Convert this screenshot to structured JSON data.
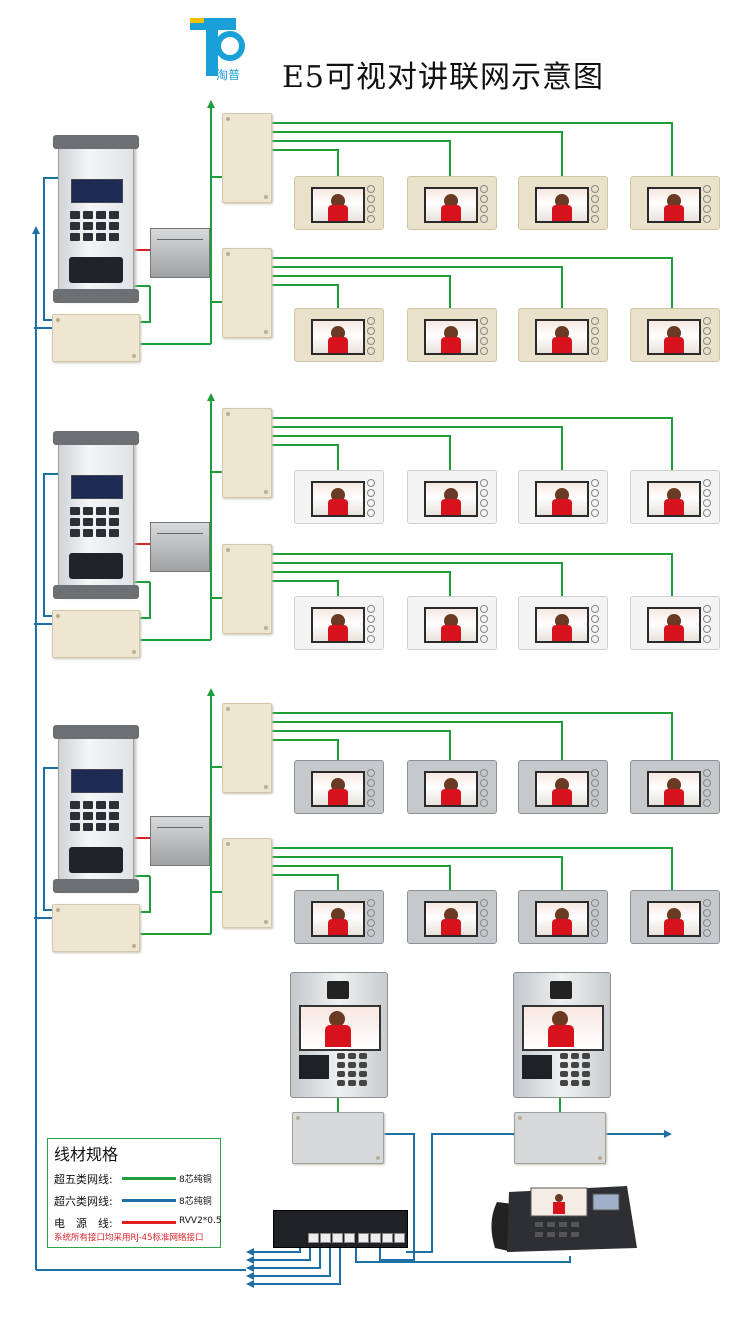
{
  "header": {
    "title": "E5可视对讲联网示意图",
    "logo_text": "淘普"
  },
  "legend": {
    "title": "线材规格",
    "rows": [
      {
        "label": "超五类网线:",
        "spec": "8芯纯铜",
        "color": "#1e9e3a"
      },
      {
        "label": "超六类网线:",
        "spec": "8芯纯铜",
        "color": "#1d6fa5"
      },
      {
        "label": "电　源　线:",
        "spec": "RVV2*0.5",
        "color": "#e02020"
      }
    ],
    "note": "系统所有接口均采用RJ-45标准网络接口"
  },
  "colors": {
    "cat5": "#1e9e3a",
    "cat6": "#1d6fa5",
    "power": "#e02020"
  }
}
